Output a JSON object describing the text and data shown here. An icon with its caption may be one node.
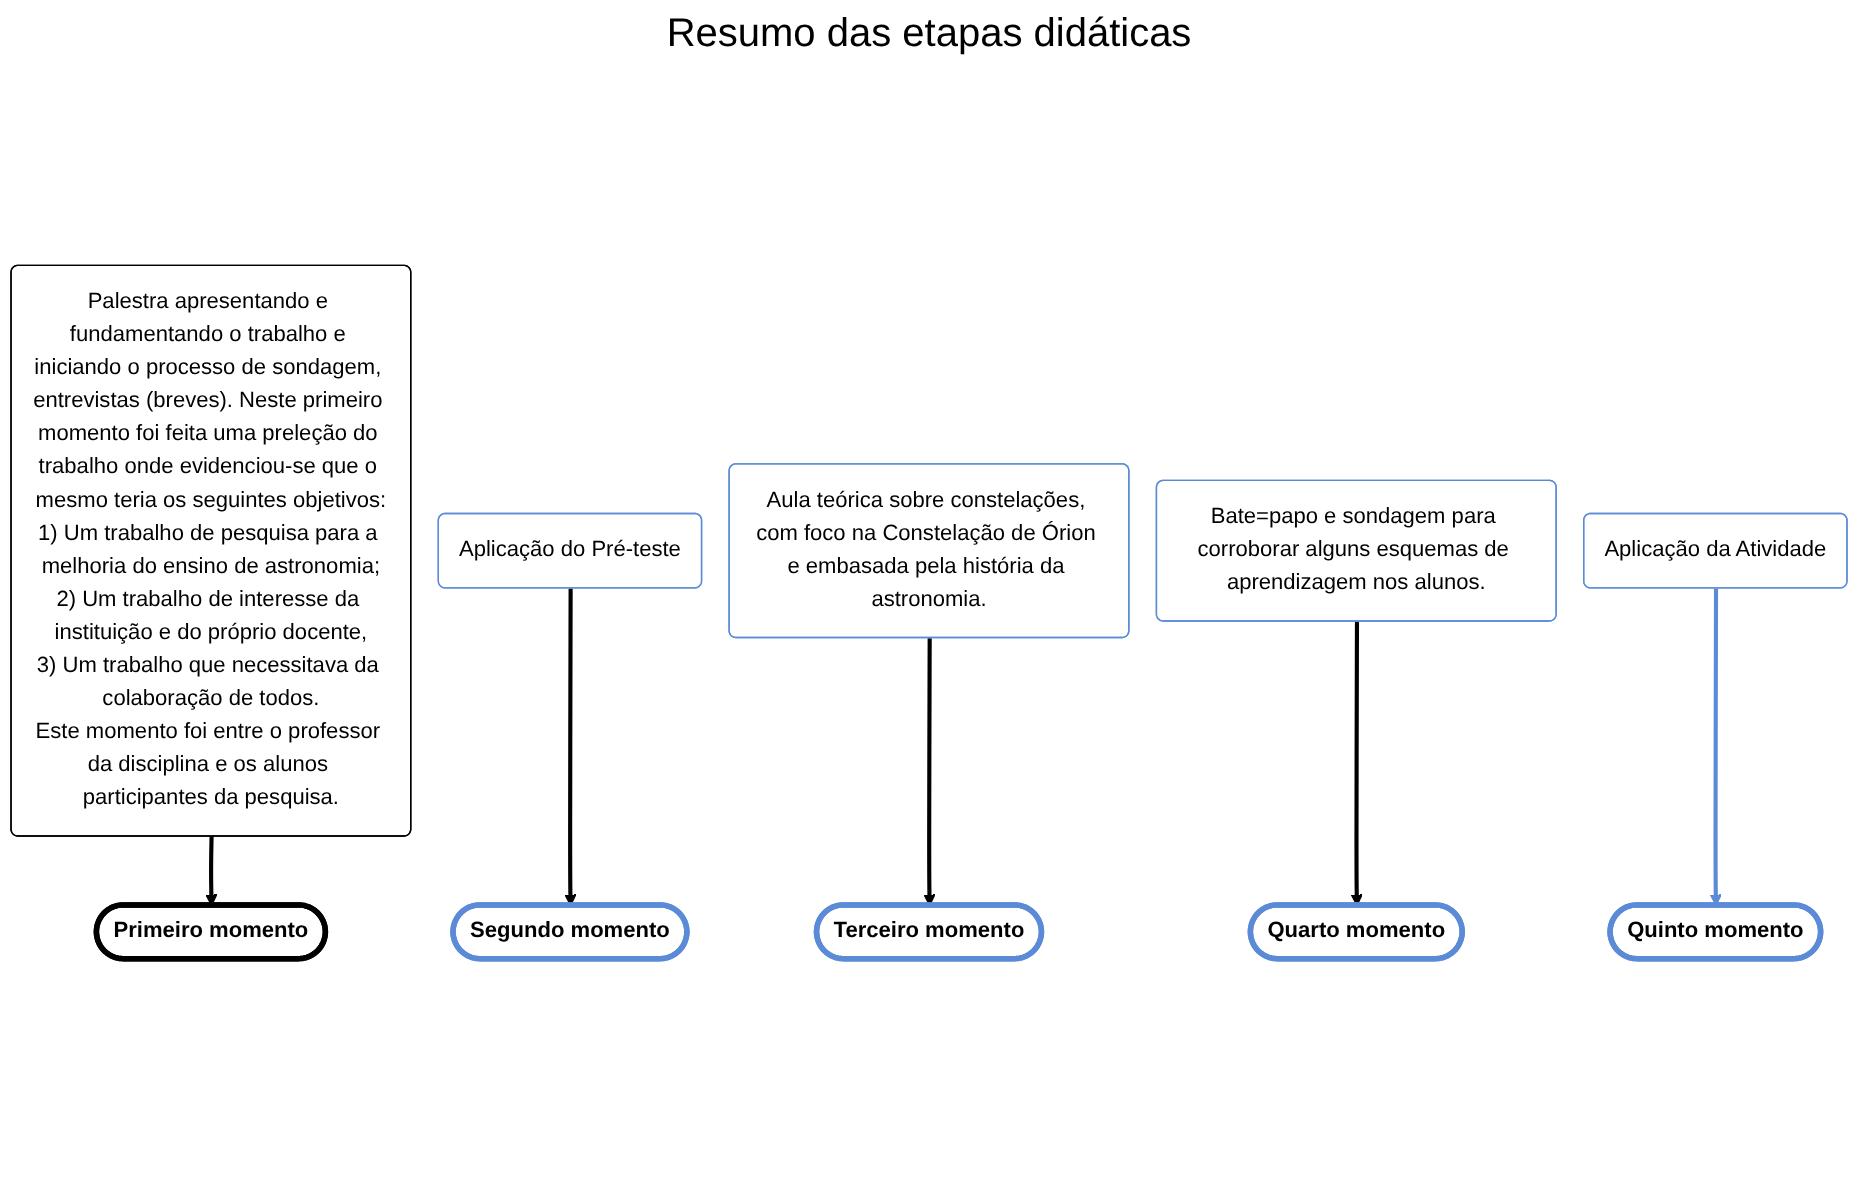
{
  "diagram": {
    "title": "Resumo das etapas didáticas",
    "nodes": [
      {
        "text": [
          "Palestra apresentando e fundamentando o trabalho e iniciando o processo de sondagem, entrevistas (breves). Neste primeiro momento foi feita uma preleção do trabalho onde evidenciou-se que o mesmo teria os seguintes objetivos:",
          "1) Um trabalho de pesquisa para a melhoria do ensino de astronomia;",
          "2) Um trabalho de interesse da instituição e do próprio docente,",
          "3) Um trabalho que necessitava da colaboração de todos.",
          "Este momento foi entre o professor da disciplina e os alunos participantes da pesquisa."
        ]
      },
      {
        "text": [
          "Aplicação do Pré-teste"
        ]
      },
      {
        "text": [
          "Aula teórica sobre constelações, com foco na Constelação de Órion e embasada pela história da astronomia."
        ]
      },
      {
        "text": [
          "Bate=papo e sondagem para corroborar alguns esquemas de aprendizagem nos alunos."
        ]
      },
      {
        "text": [
          "Aplicação da Atividade"
        ]
      },
      {
        "text": [
          "Primeiro momento"
        ]
      },
      {
        "text": [
          "Segundo momento"
        ]
      },
      {
        "text": [
          "Terceiro momento"
        ]
      },
      {
        "text": [
          "Quarto momento"
        ]
      },
      {
        "text": [
          "Quinto momento"
        ]
      }
    ],
    "edges": [
      {
        "from": 0,
        "to": 5,
        "arrow": "to"
      },
      {
        "from": 1,
        "to": 6,
        "arrow": "to"
      },
      {
        "from": 2,
        "to": 7,
        "arrow": "to"
      },
      {
        "from": 3,
        "to": 8,
        "arrow": "to"
      },
      {
        "from": 4,
        "to": 9,
        "arrow": "to",
        "color": "#5b8bd6"
      }
    ]
  }
}
